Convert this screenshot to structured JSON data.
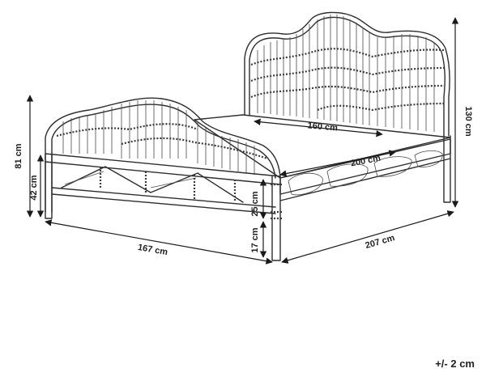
{
  "dimensions": {
    "width_top": "160 cm",
    "length_top": "200 cm",
    "headboard_height": "130 cm",
    "footboard_height": "81 cm",
    "frame_height": "42 cm",
    "leg_height_upper": "25 cm",
    "leg_height_lower": "17 cm",
    "overall_width": "167 cm",
    "overall_length": "207 cm"
  },
  "tolerance": "+/- 2 cm"
}
